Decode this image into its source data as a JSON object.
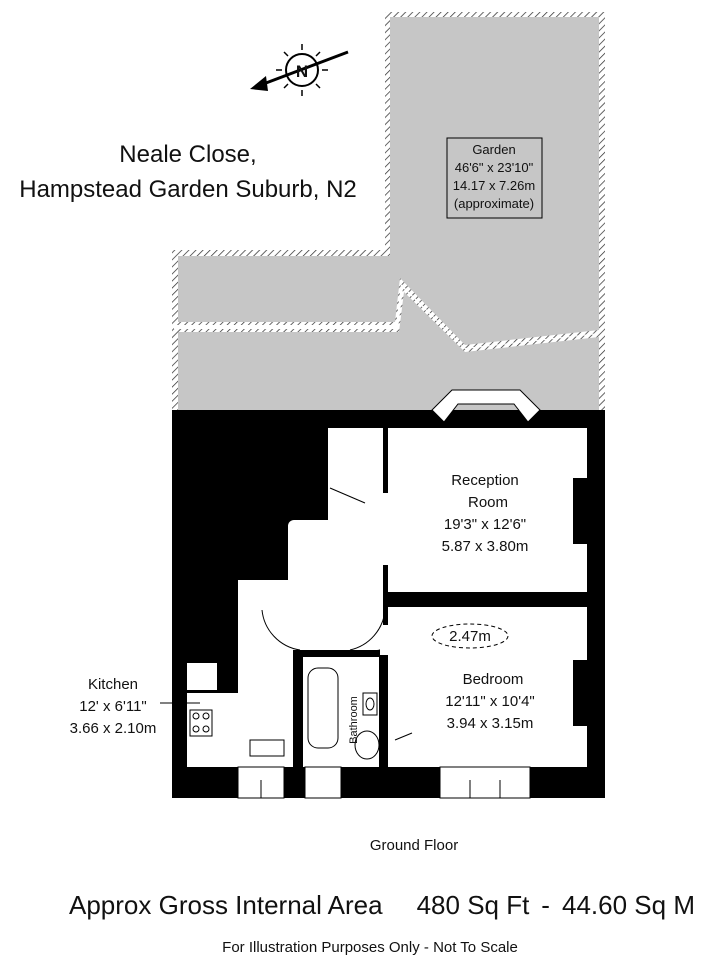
{
  "address": {
    "line1": "Neale Close,",
    "line2": "Hampstead Garden Suburb, N2"
  },
  "compass": {
    "label": "N"
  },
  "rooms": {
    "garden": {
      "name": "Garden",
      "imperial": "46'6\" x 23'10\"",
      "metric": "14.17 x 7.26m",
      "note": "(approximate)"
    },
    "reception": {
      "name1": "Reception",
      "name2": "Room",
      "imperial": "19'3\" x 12'6\"",
      "metric": "5.87 x 3.80m"
    },
    "bedroom": {
      "name": "Bedroom",
      "imperial": "12'11\" x 10'4\"",
      "metric": "3.94 x 3.15m",
      "ceiling": "2.47m"
    },
    "kitchen": {
      "name": "Kitchen",
      "imperial": "12' x 6'11\"",
      "metric": "3.66 x 2.10m"
    },
    "bathroom": {
      "name": "Bathroom"
    }
  },
  "floor_label": "Ground Floor",
  "area": {
    "label": "Approx Gross Internal Area",
    "sqft": "480 Sq Ft",
    "sep": "-",
    "sqm": "44.60 Sq M"
  },
  "disclaimer": "For Illustration Purposes Only - Not To Scale"
}
